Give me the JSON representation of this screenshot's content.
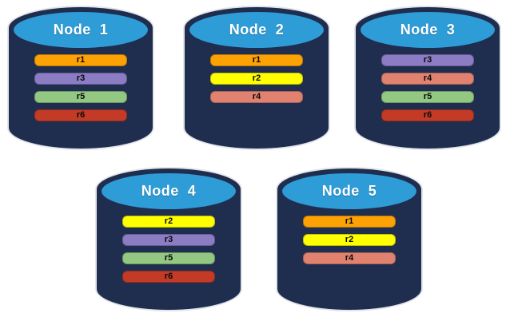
{
  "diagram": {
    "background": "#FFFFFF",
    "colors": {
      "cylinder_body": "#1F2D4F",
      "cylinder_cap": "#2E9CD6",
      "title_text": "#FFFFFF",
      "bar_text": "#0A0A0A"
    },
    "replica_colors": {
      "r1": "#FCA204",
      "r2": "#FFFF00",
      "r3": "#8C7CC4",
      "r4": "#E0826F",
      "r5": "#92C881",
      "r6": "#C33B26"
    },
    "nodes": [
      {
        "title": "Node  1",
        "replicas": [
          "r1",
          "r3",
          "r5",
          "r6"
        ]
      },
      {
        "title": "Node  2",
        "replicas": [
          "r1",
          "r2",
          "r4"
        ]
      },
      {
        "title": "Node  3",
        "replicas": [
          "r3",
          "r4",
          "r5",
          "r6"
        ]
      },
      {
        "title": "Node  4",
        "replicas": [
          "r2",
          "r3",
          "r5",
          "r6"
        ]
      },
      {
        "title": "Node  5",
        "replicas": [
          "r1",
          "r2",
          "r4"
        ]
      }
    ]
  }
}
